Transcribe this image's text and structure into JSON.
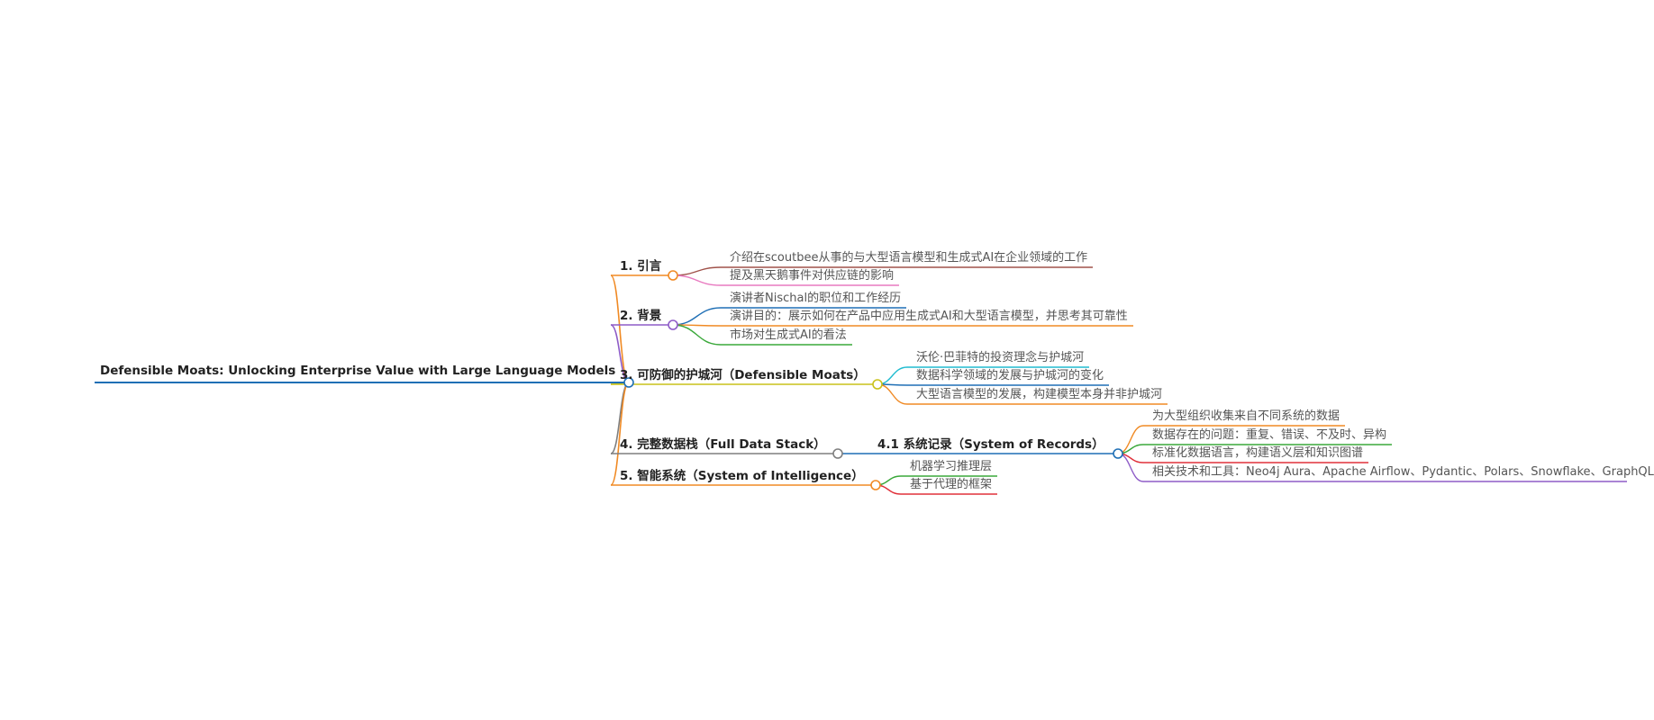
{
  "root": {
    "label": "Defensible Moats: Unlocking Enterprise Value with Large Language Models",
    "color": "#1f6fb5"
  },
  "branches": [
    {
      "label": "1. 引言",
      "color": "#f08a24",
      "children": [
        {
          "label": "介绍在scoutbee从事的与大型语言模型和生成式AI在企业领域的工作",
          "color": "#a0524a"
        },
        {
          "label": "提及黑天鹅事件对供应链的影响",
          "color": "#e87ac0"
        }
      ]
    },
    {
      "label": "2. 背景",
      "color": "#8e5cc7",
      "children": [
        {
          "label": "演讲者Nischal的职位和工作经历",
          "color": "#1f6fb5"
        },
        {
          "label": "演讲目的：展示如何在产品中应用生成式AI和大型语言模型，并思考其可靠性",
          "color": "#f08a24"
        },
        {
          "label": "市场对生成式AI的看法",
          "color": "#3aa83a"
        }
      ]
    },
    {
      "label": "3. 可防御的护城河（Defensible Moats）",
      "color": "#c9c21a",
      "children": [
        {
          "label": "沃伦·巴菲特的投资理念与护城河",
          "color": "#20bcd0"
        },
        {
          "label": "数据科学领域的发展与护城河的变化",
          "color": "#1f6fb5"
        },
        {
          "label": "大型语言模型的发展，构建模型本身并非护城河",
          "color": "#f08a24"
        }
      ]
    },
    {
      "label": "4. 完整数据栈（Full Data Stack）",
      "color": "#7f7f7f",
      "sub": {
        "label": "4.1 系统记录（System of Records）",
        "color": "#1f6fb5",
        "children": [
          {
            "label": "为大型组织收集来自不同系统的数据",
            "color": "#f08a24"
          },
          {
            "label": "数据存在的问题：重复、错误、不及时、异构",
            "color": "#3aa83a"
          },
          {
            "label": "标准化数据语言，构建语义层和知识图谱",
            "color": "#e0303a"
          },
          {
            "label": "相关技术和工具：Neo4j Aura、Apache Airflow、Pydantic、Polars、Snowflake、GraphQL",
            "color": "#8e5cc7"
          }
        ]
      }
    },
    {
      "label": "5. 智能系统（System of Intelligence）",
      "color": "#f08a24",
      "children": [
        {
          "label": "机器学习推理层",
          "color": "#3aa83a"
        },
        {
          "label": "基于代理的框架",
          "color": "#e0303a"
        }
      ]
    }
  ]
}
